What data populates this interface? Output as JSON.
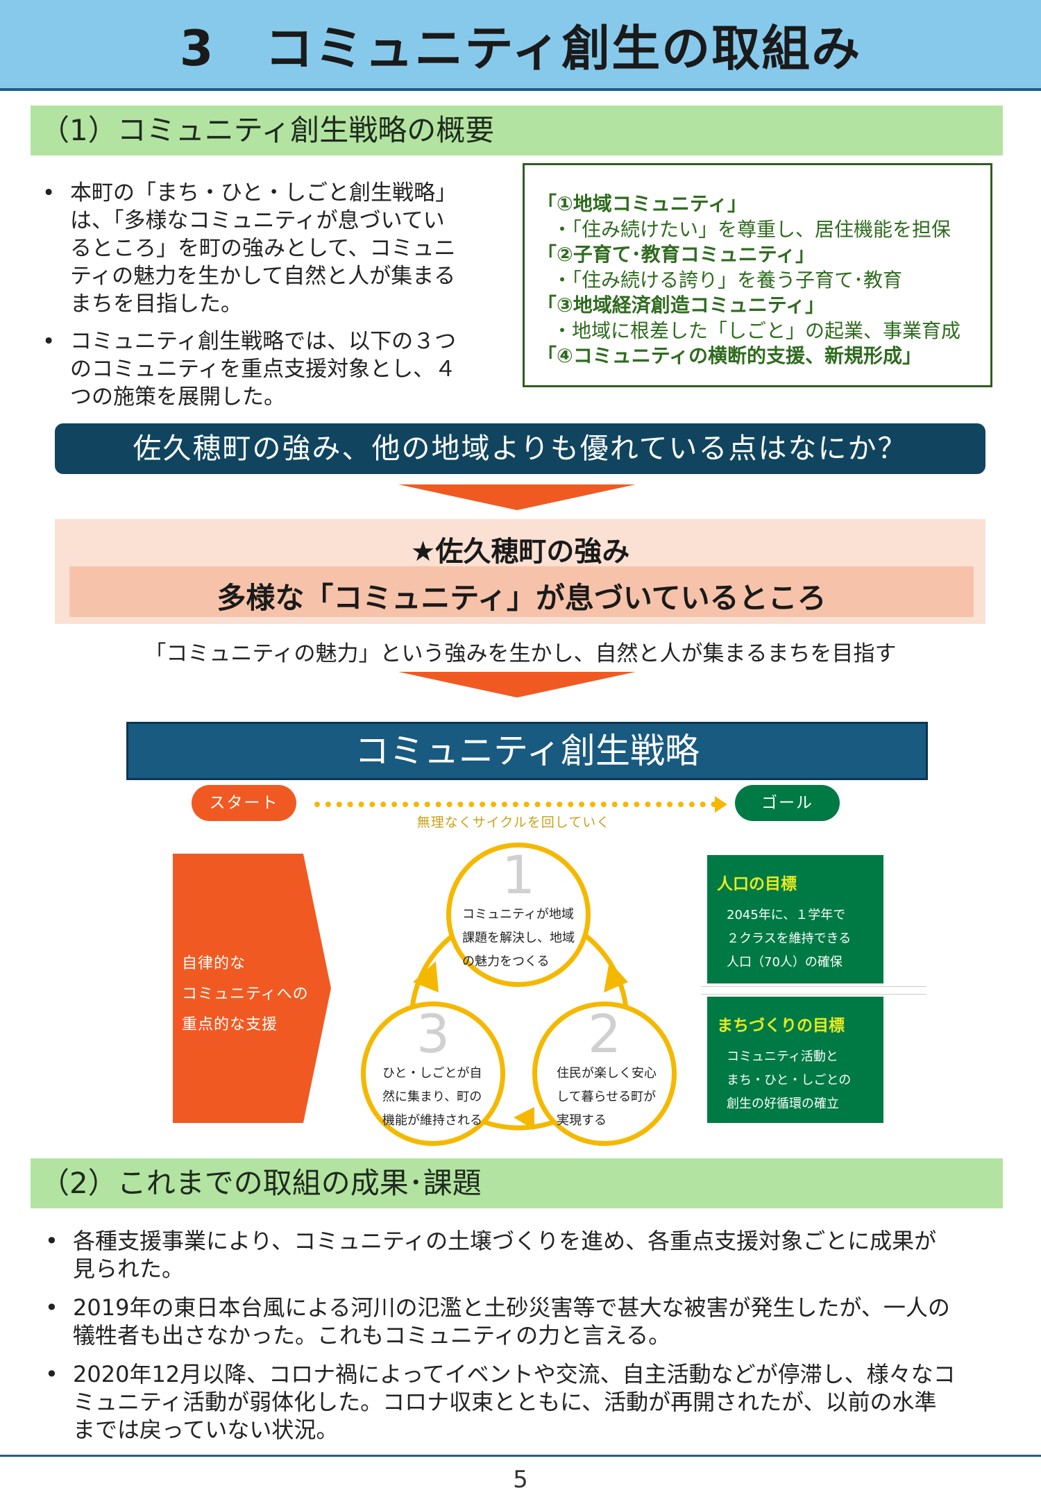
{
  "header": {
    "title": "3　コミュニティ創生の取組み"
  },
  "section1": {
    "heading": "（1）コミュニティ創生戦略の概要",
    "bullets": [
      [
        "本町の「まち・ひと・しごと創生戦略」",
        "は、「多様なコミュニティが息づいてい",
        "るところ」を町の強みとして、コミュニ",
        "ティの魅力を生かして自然と人が集まる",
        "まちを目指した。"
      ],
      [
        "コミュニティ創生戦略では、以下の３つ",
        "のコミュニティを重点支援対象とし、４",
        "つの施策を展開した。"
      ]
    ],
    "box": [
      {
        "h": "「①地域コミュニティ」",
        "s": "・「住み続けたい」を尊重し、居住機能を担保"
      },
      {
        "h": "「②子育て･教育コミュニティ」",
        "s": "・「住み続ける誇り」を養う子育て･教育"
      },
      {
        "h": "「③地域経済創造コミュニティ」",
        "s": "・地域に根差した「しごと」の起業、事業育成"
      },
      {
        "h": "「④コミュニティの横断的支援、新規形成」",
        "s": ""
      }
    ]
  },
  "question": "佐久穂町の強み、他の地域よりも優れている点はなにか？",
  "strength": {
    "title": "★佐久穂町の強み",
    "main": "多様な「コミュニティ」が息づいているところ"
  },
  "aim": "「コミュニティの魅力」という強みを生かし、自然と人が集まるまちを目指す",
  "strategy": {
    "title": "コミュニティ創生戦略",
    "start": "スタート",
    "goal": "ゴール",
    "cycle": "無理なくサイクルを回していく",
    "support": [
      "自律的な",
      "コミュニティへの",
      "重点的な支援"
    ],
    "steps": [
      {
        "num": "1",
        "lines": [
          "コミュニティが地域",
          "課題を解決し、地域",
          "の魅力をつくる"
        ]
      },
      {
        "num": "2",
        "lines": [
          "住民が楽しく安心",
          "して暮らせる町が",
          "実現する"
        ]
      },
      {
        "num": "3",
        "lines": [
          "ひと・しごとが自",
          "然に集まり、町の",
          "機能が維持される"
        ]
      }
    ],
    "goals": [
      {
        "h": "人口の目標",
        "lines": [
          "2045年に、１学年で",
          "２クラスを維持できる",
          "人口（70人）の確保"
        ]
      },
      {
        "h": "まちづくりの目標",
        "lines": [
          "コミュニティ活動と",
          "まち・ひと・しごとの",
          "創生の好循環の確立"
        ]
      }
    ]
  },
  "section2": {
    "heading": "（2）これまでの取組の成果･課題",
    "bullets": [
      [
        "各種支援事業により、コミュニティの土壌づくりを進め、各重点支援対象ごとに成果が",
        "見られた。"
      ],
      [
        "2019年の東日本台風による河川の氾濫と土砂災害等で甚大な被害が発生したが、一人の",
        "犠牲者も出さなかった。これもコミュニティの力と言える。"
      ],
      [
        "2020年12月以降、コロナ禍によってイベントや交流、自主活動などが停滞し、様々なコ",
        "ミュニティ活動が弱体化した。コロナ収束とともに、活動が再開されたが、以前の水準",
        "までは戻っていない状況。"
      ]
    ]
  },
  "page_number": "5",
  "colors": {
    "header": "#86c9eb",
    "section": "#b3e3a0",
    "navy": "#11455f",
    "orange": "#f05a22",
    "green": "#007a45",
    "yellow": "#f5b800"
  }
}
